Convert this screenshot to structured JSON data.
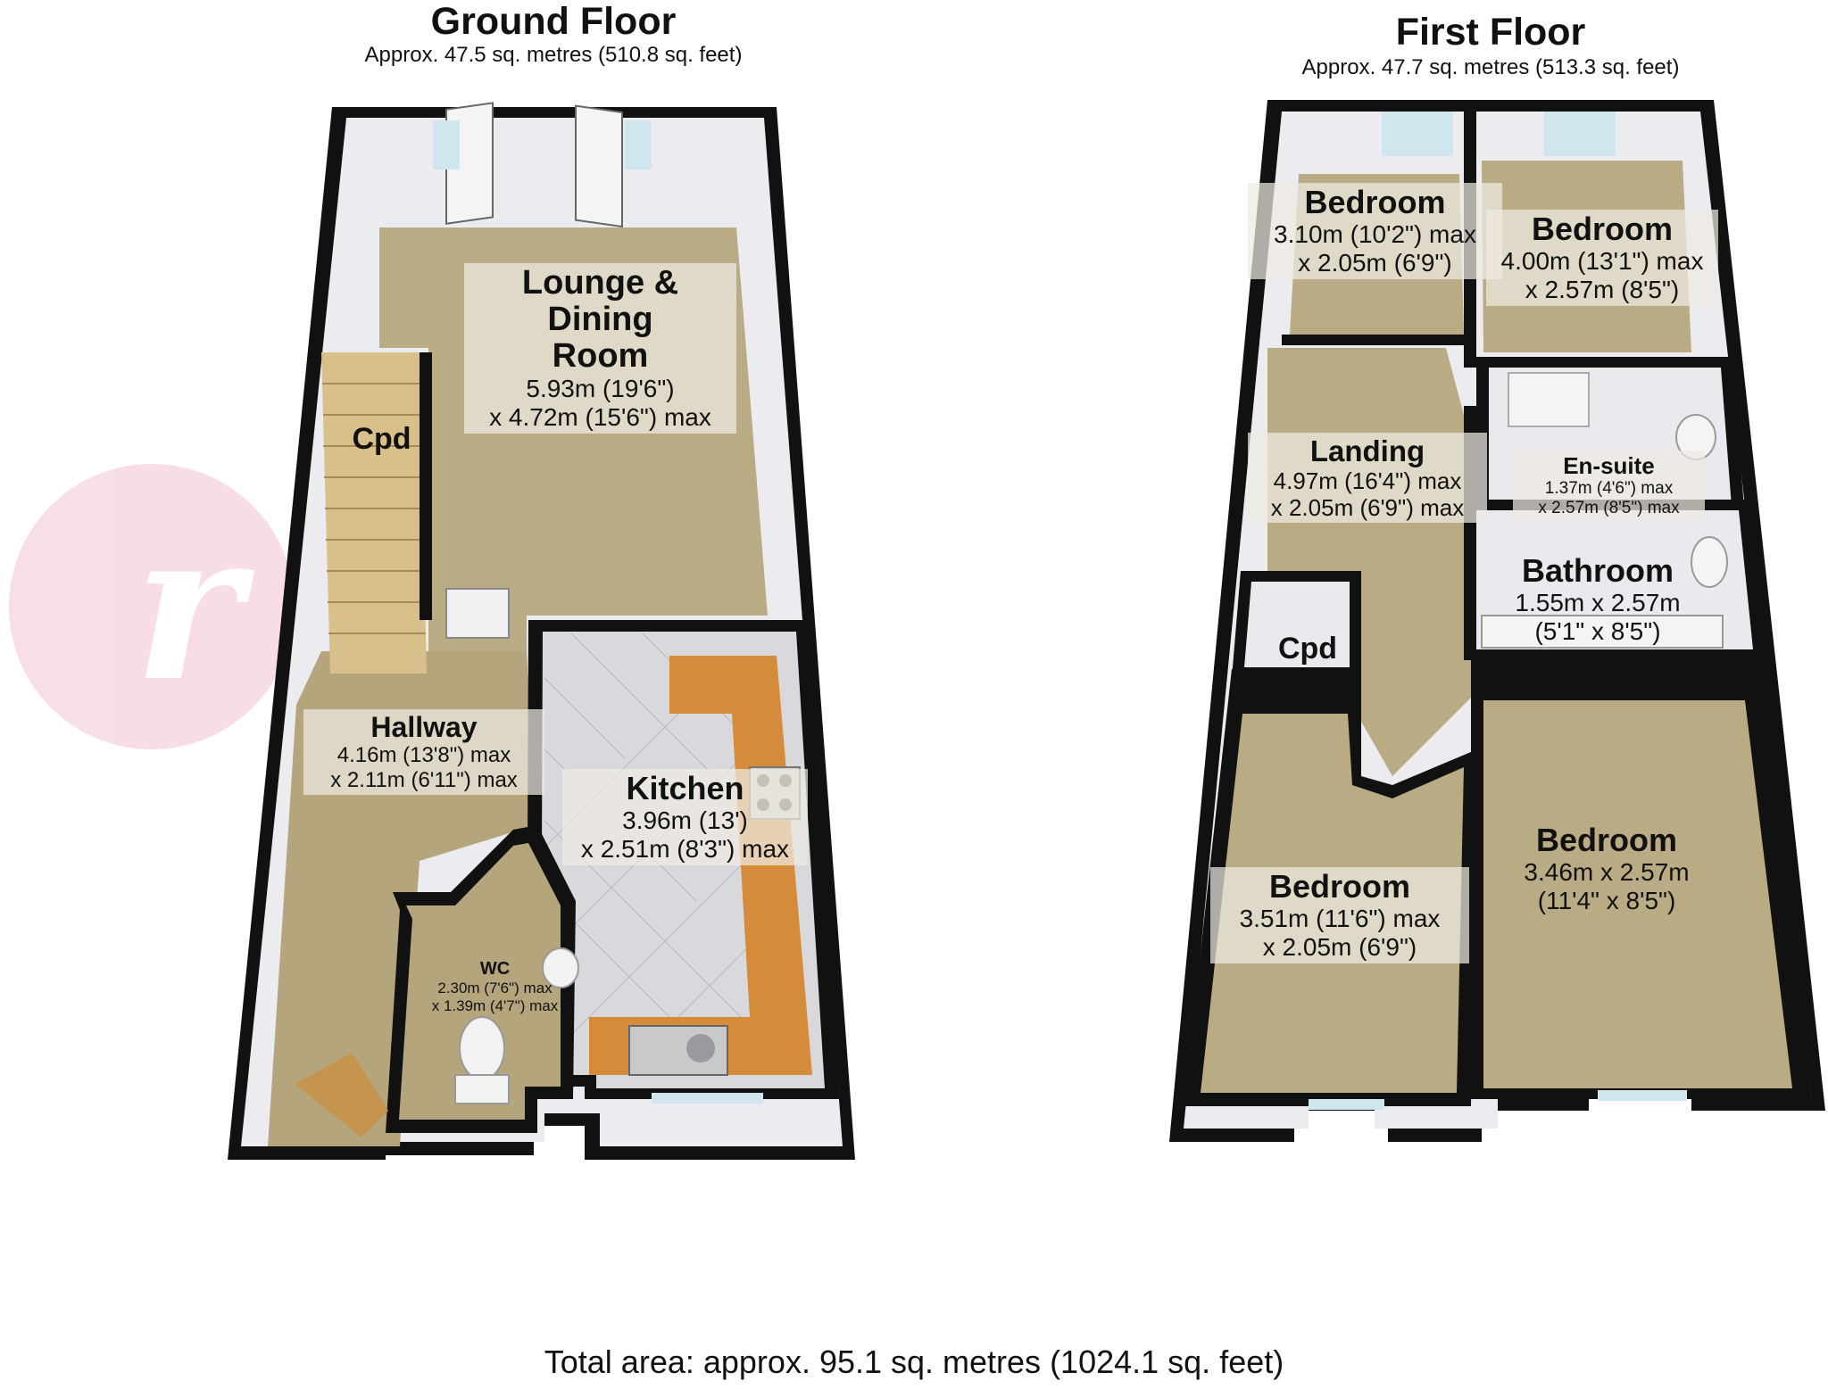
{
  "colors": {
    "wall": "#111111",
    "wall_face": "#e9e9ee",
    "floor_carpet": "#b9ab84",
    "kitchen_worktop": "#d48b3a",
    "kitchen_tile": "#d9d9dd",
    "window": "#cfe6ee",
    "stairs": "#d7c08a",
    "watermark": "#f3c3cf"
  },
  "ground_floor": {
    "title": "Ground Floor",
    "area": "Approx. 47.5 sq. metres (510.8 sq. feet)",
    "rooms": [
      {
        "id": "lounge",
        "name_lines": [
          "Lounge &",
          "Dining",
          "Room"
        ],
        "dims": [
          "5.93m (19'6\")",
          "x 4.72m (15'6\") max"
        ]
      },
      {
        "id": "cpd-ground",
        "name_lines": [
          "Cpd"
        ],
        "dims": []
      },
      {
        "id": "hallway",
        "name_lines": [
          "Hallway"
        ],
        "dims": [
          "4.16m (13'8\") max",
          "x 2.11m (6'11\") max"
        ]
      },
      {
        "id": "kitchen",
        "name_lines": [
          "Kitchen"
        ],
        "dims": [
          "3.96m (13')",
          "x 2.51m (8'3\") max"
        ]
      },
      {
        "id": "wc",
        "name_lines": [
          "WC"
        ],
        "dims": [
          "2.30m (7'6\") max",
          "x 1.39m (4'7\") max"
        ]
      }
    ]
  },
  "first_floor": {
    "title": "First Floor",
    "area": "Approx. 47.7 sq. metres (513.3 sq. feet)",
    "rooms": [
      {
        "id": "bedroom-small",
        "name_lines": [
          "Bedroom"
        ],
        "dims": [
          "3.10m (10'2\") max",
          "x 2.05m (6'9\")"
        ]
      },
      {
        "id": "bedroom-master",
        "name_lines": [
          "Bedroom"
        ],
        "dims": [
          "4.00m (13'1\") max",
          "x 2.57m (8'5\")"
        ]
      },
      {
        "id": "landing",
        "name_lines": [
          "Landing"
        ],
        "dims": [
          "4.97m (16'4\") max",
          "x 2.05m (6'9\") max"
        ]
      },
      {
        "id": "ensuite",
        "name_lines": [
          "En-suite"
        ],
        "dims": [
          "1.37m (4'6\") max",
          "x 2.57m (8'5\") max"
        ]
      },
      {
        "id": "bathroom",
        "name_lines": [
          "Bathroom"
        ],
        "dims": [
          "1.55m x 2.57m",
          "(5'1\" x 8'5\")"
        ]
      },
      {
        "id": "cpd-first",
        "name_lines": [
          "Cpd"
        ],
        "dims": []
      },
      {
        "id": "bedroom-rear-right",
        "name_lines": [
          "Bedroom"
        ],
        "dims": [
          "3.46m x 2.57m",
          "(11'4\" x 8'5\")"
        ]
      },
      {
        "id": "bedroom-rear-left",
        "name_lines": [
          "Bedroom"
        ],
        "dims": [
          "3.51m (11'6\") max",
          "x 2.05m (6'9\")"
        ]
      }
    ]
  },
  "total_area": "Total area: approx. 95.1 sq. metres (1024.1 sq. feet)"
}
